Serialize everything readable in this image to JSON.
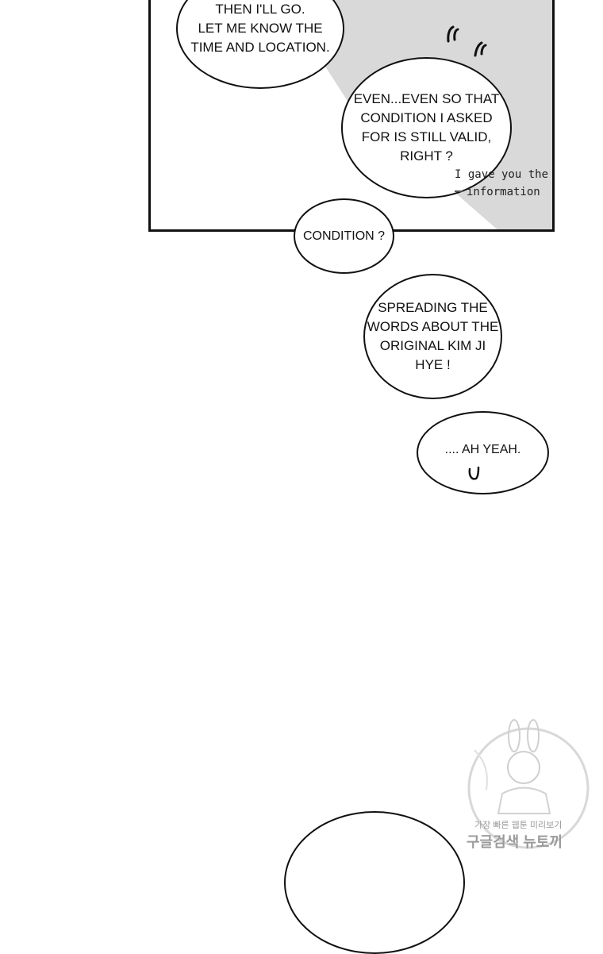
{
  "bubbles": {
    "b1": "THEN I'LL GO.\nLET ME KNOW THE\nTIME AND LOCATION.",
    "b2": "EVEN...EVEN SO THAT\nCONDITION I ASKED\nFOR IS STILL VALID,\nRIGHT ?",
    "b3": "CONDITION ?",
    "b4": "SPREADING THE\nWORDS ABOUT THE\nORIGINAL KIM JI\nHYE !",
    "b5": ".... AH YEAH."
  },
  "annotation": {
    "line1": "I gave you the",
    "line2": "information"
  },
  "watermark": {
    "line1": "가장 빠른 웹툰 미리보기",
    "line2": "구글검색 뉴토끼"
  },
  "colors": {
    "panel_shadow": "#d9d9d9",
    "ink": "#111111"
  }
}
